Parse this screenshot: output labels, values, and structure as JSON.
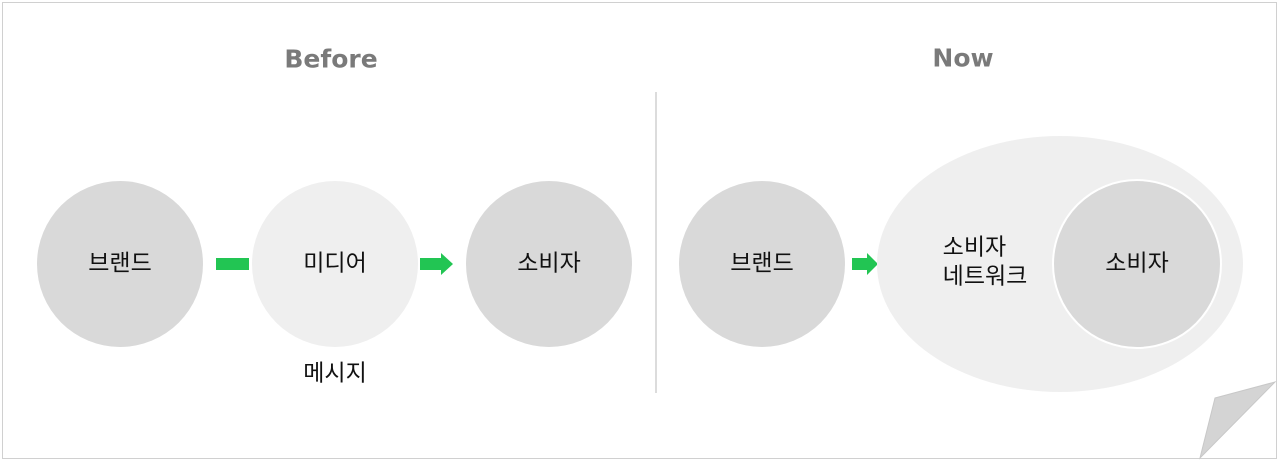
{
  "before": {
    "title": "Before",
    "brand": "브랜드",
    "media": "미디어",
    "message": "메시지",
    "consumer": "소비자"
  },
  "now": {
    "title": "Now",
    "brand": "브랜드",
    "network_line1": "소비자",
    "network_line2": "네트워크",
    "consumer": "소비자"
  },
  "colors": {
    "arrow": "#22c553",
    "circle_dark": "#d9d9d9",
    "circle_light": "#efefef",
    "heading": "#7a7a7a"
  }
}
